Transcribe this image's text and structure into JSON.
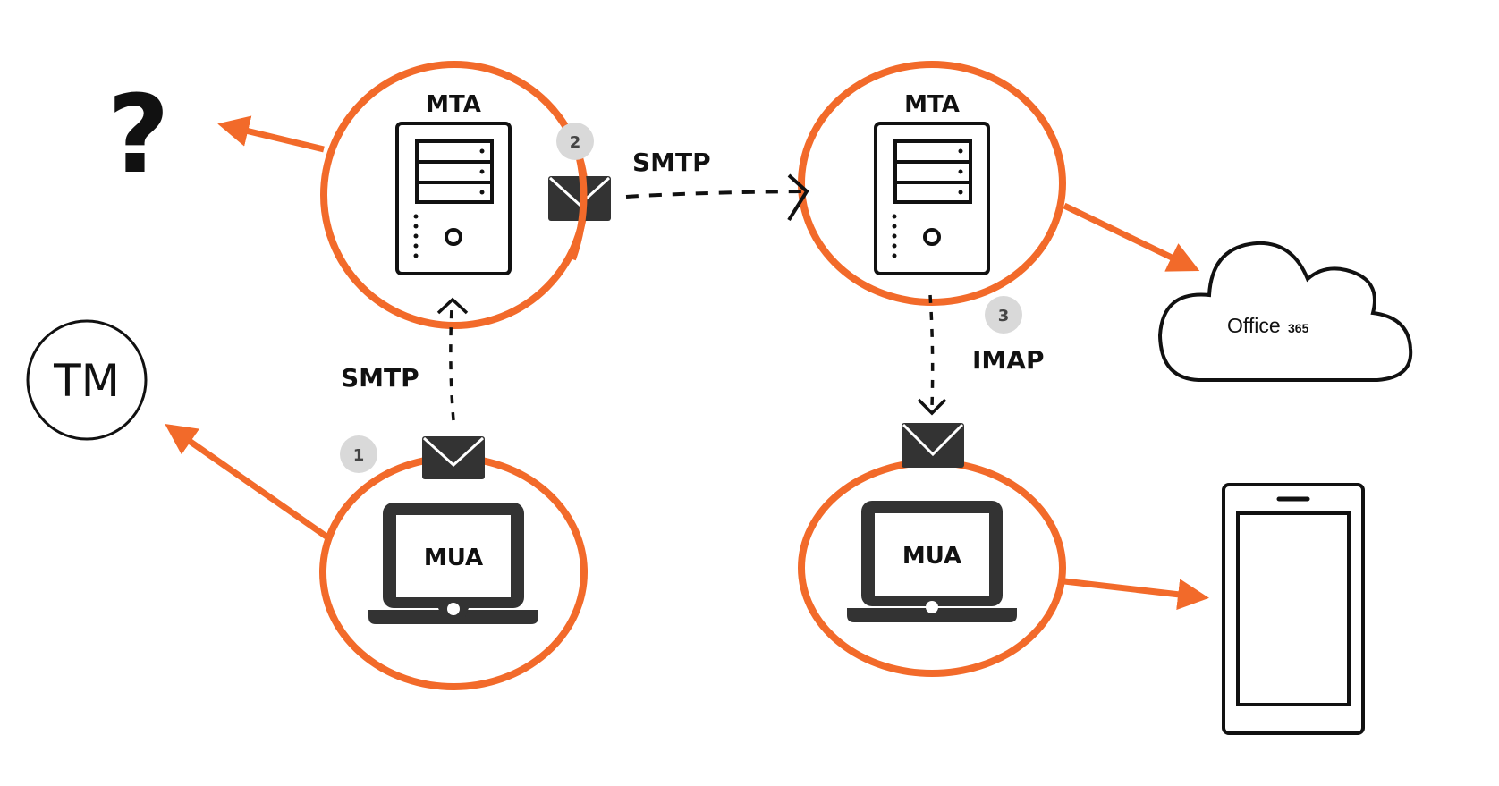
{
  "diagram": {
    "colors": {
      "accent": "#f26a2a",
      "icon_dark": "#333333",
      "badge": "#d9d9d9",
      "ink": "#111111"
    },
    "nodes": {
      "mta_sender": {
        "label": "MTA"
      },
      "mta_receiver": {
        "label": "MTA"
      },
      "mua_sender": {
        "label": "MUA"
      },
      "mua_receiver": {
        "label": "MUA"
      }
    },
    "steps": [
      {
        "number": "1",
        "protocol": "SMTP"
      },
      {
        "number": "2",
        "protocol": "SMTP"
      },
      {
        "number": "3",
        "protocol": "IMAP"
      }
    ],
    "external": {
      "question": "?",
      "trademark": "TM",
      "cloud": {
        "name": "Office",
        "suffix": "365"
      },
      "mobile_device": "phone"
    },
    "edges": [
      {
        "from": "mua_sender",
        "to": "mta_sender",
        "style": "dashed",
        "label_step": "1"
      },
      {
        "from": "mta_sender",
        "to": "mta_receiver",
        "style": "dashed",
        "label_step": "2"
      },
      {
        "from": "mta_receiver",
        "to": "mua_receiver",
        "style": "dashed",
        "label_step": "3"
      },
      {
        "from": "mta_sender",
        "to": "question",
        "style": "solid-accent"
      },
      {
        "from": "mua_sender",
        "to": "trademark",
        "style": "solid-accent"
      },
      {
        "from": "mta_receiver",
        "to": "cloud",
        "style": "solid-accent"
      },
      {
        "from": "mua_receiver",
        "to": "mobile_device",
        "style": "solid-accent"
      }
    ]
  }
}
